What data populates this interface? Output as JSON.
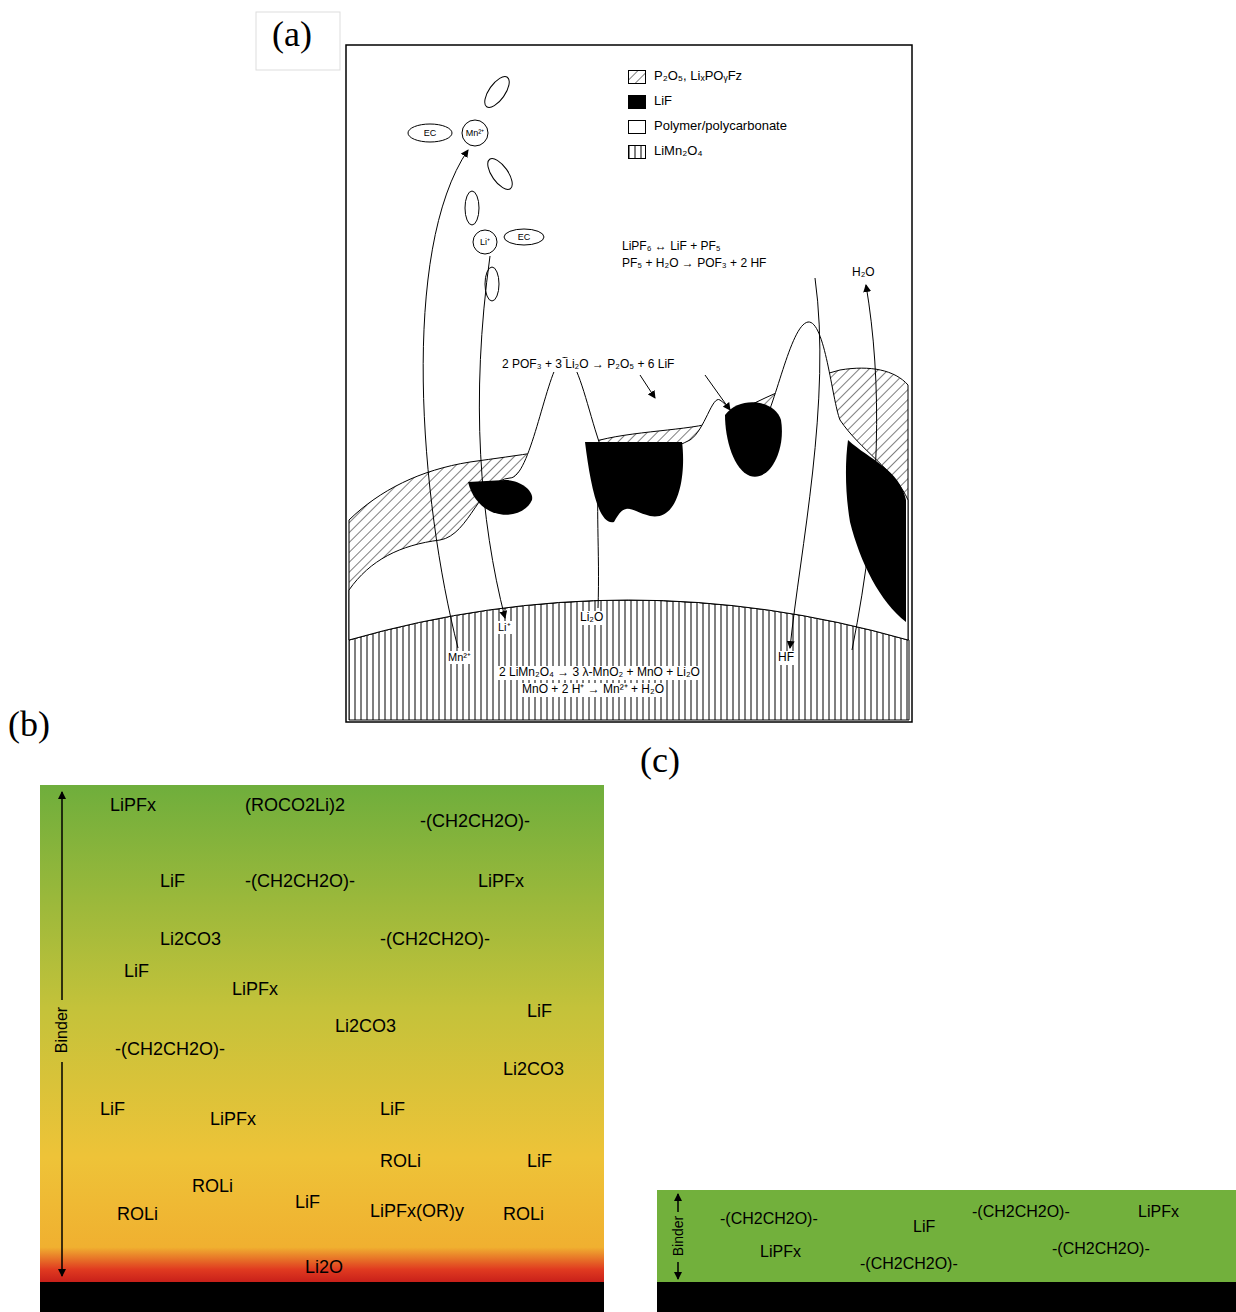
{
  "diagram": {
    "nodes": [
      {
        "text": [
          "EC"
        ]
      },
      {
        "text": [
          "Mn²⁺"
        ]
      },
      {
        "text": [
          "Li⁺"
        ]
      },
      {
        "text": [
          "EC"
        ]
      },
      {
        "text": [
          "Binder",
          "LiPFx",
          "(ROCO2Li)2",
          "-(CH2CH2O)-",
          "LiF",
          "-(CH2CH2O)-",
          "LiPFx",
          "Li2CO3",
          "-(CH2CH2O)-",
          "LiF",
          "LiPFx",
          "LiF",
          "Li2CO3",
          "-(CH2CH2O)-",
          "Li2CO3",
          "LiF",
          "LiPFx",
          "LiF",
          "ROLi",
          "LiF",
          "ROLi",
          "LiF",
          "ROLi",
          "LiPFx(OR)y",
          "ROLi",
          "Li2O"
        ]
      },
      {
        "text": [
          "Binder",
          "-(CH2CH2O)-",
          "LiPFx",
          "-(CH2CH2O)-",
          "LiF",
          "-(CH2CH2O)-",
          "LiPFx",
          "-(CH2CH2O)-"
        ]
      }
    ],
    "labels": [
      "(a)",
      "LiPF₆ ↔ LiF + PF₅",
      "PF₅ + H₂O → POF₃ + 2 HF",
      "H₂O",
      "2 POF₃ + 3 Li₂O → P₂O₅ + 6 LiF",
      "Li⁺",
      "Li₂O",
      "Mn²⁺",
      "HF",
      "2 LiMn₂O₄ → 3 λ-MnO₂ + MnO + Li₂O",
      "MnO + 2 H⁺ → Mn²⁺ + H₂O",
      "(b)",
      "(c)"
    ],
    "legend": [
      {
        "text": "P₂O₅, LiₓPOᵧFz"
      },
      {
        "text": "LiF",
        "color": "#000000"
      },
      {
        "text": "Polymer/polycarbonate",
        "color": "#ffffff"
      },
      {
        "text": "LiMn₂O₄"
      }
    ]
  }
}
